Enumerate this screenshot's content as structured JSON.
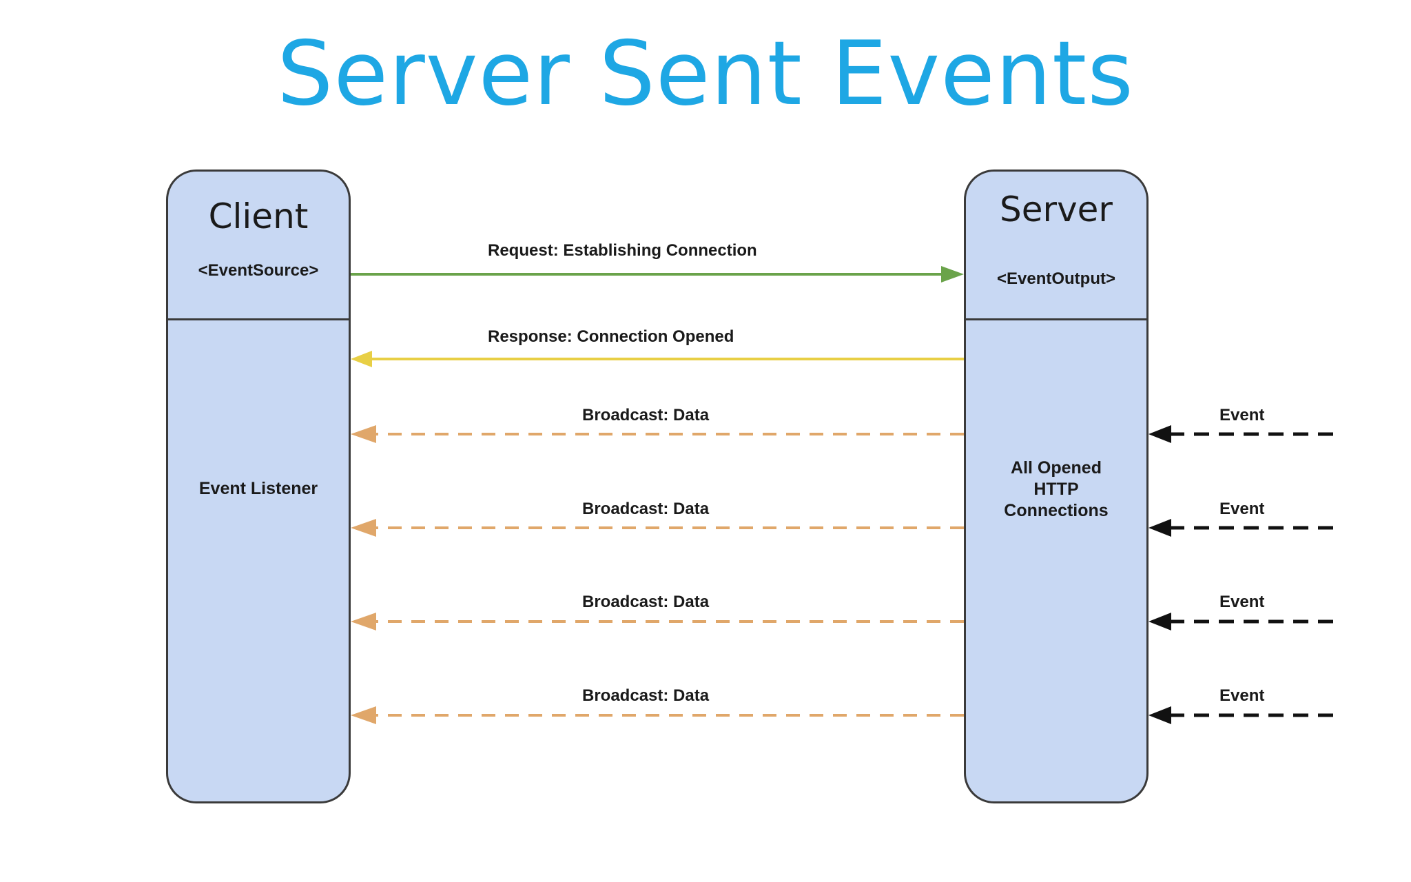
{
  "title": "Server Sent Events",
  "client": {
    "title": "Client",
    "subtitle": "<EventSource>",
    "body": "Event Listener"
  },
  "server": {
    "title": "Server",
    "subtitle": "<EventOutput>",
    "body": "All Opened\nHTTP\nConnections"
  },
  "messages": {
    "request": "Request: Establishing Connection",
    "response": "Response: Connection Opened",
    "broadcasts": [
      "Broadcast: Data",
      "Broadcast: Data",
      "Broadcast: Data",
      "Broadcast: Data"
    ],
    "events": [
      "Event",
      "Event",
      "Event",
      "Event"
    ]
  },
  "colors": {
    "title": "#1ea7e4",
    "node_fill": "#c8d8f3",
    "request_arrow": "#6aa34a",
    "response_arrow": "#e8cf45",
    "broadcast_arrow": "#e0a76a",
    "event_arrow": "#111111"
  }
}
